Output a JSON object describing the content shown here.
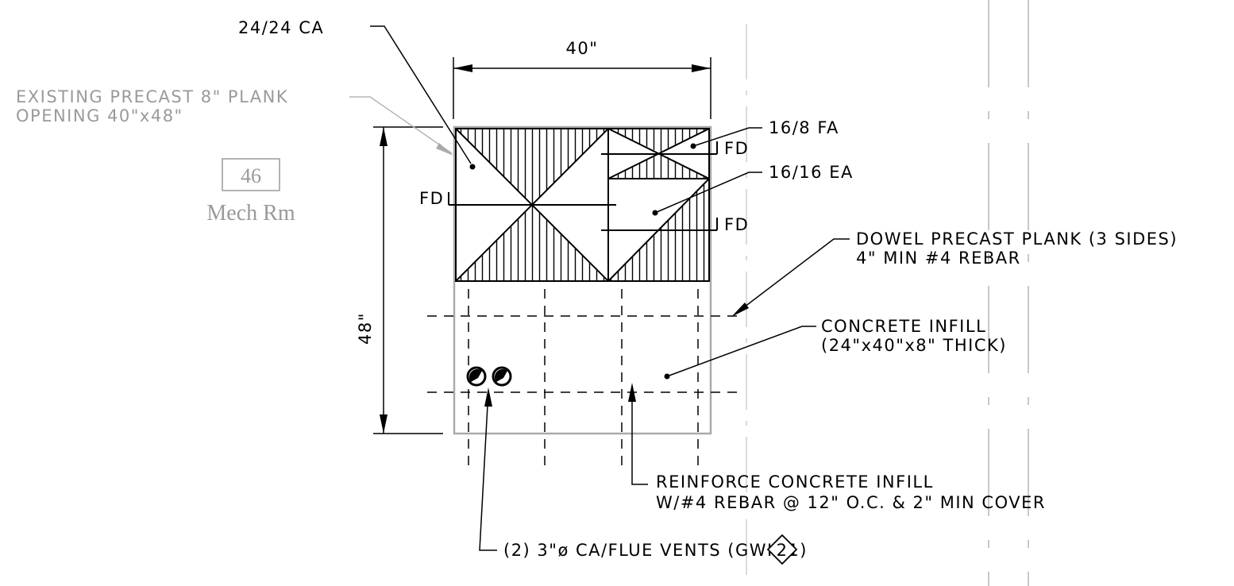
{
  "labels": {
    "ca_duct": "24/24 CA",
    "width_dim": "40\"",
    "height_dim": "48\"",
    "existing_line1": "EXISTING PRECAST 8\" PLANK",
    "existing_line2": "OPENING 40\"x48\"",
    "fa_duct": "16/8 FA",
    "ea_duct": "16/16 EA",
    "fd_left": "FD",
    "fd_top_right": "FD",
    "fd_bottom_right": "FD",
    "dowel_line1": "DOWEL PRECAST PLANK (3 SIDES)",
    "dowel_line2": "4\" MIN #4 REBAR",
    "infill_line1": "CONCRETE INFILL",
    "infill_line2": "(24\"x40\"x8\" THICK)",
    "reinforce_line1": "REINFORCE CONCRETE INFILL",
    "reinforce_line2": "W/#4 REBAR @ 12\" O.C. & 2\" MIN COVER",
    "vents": "(2) 3\"ø CA/FLUE VENTS (GWH-1)",
    "keynote": "2"
  },
  "room_tag": {
    "number": "46",
    "name": "Mech Rm"
  },
  "colors": {
    "linework": "#000000",
    "existing_gray": "#9a9a9a",
    "background": "#ffffff"
  }
}
